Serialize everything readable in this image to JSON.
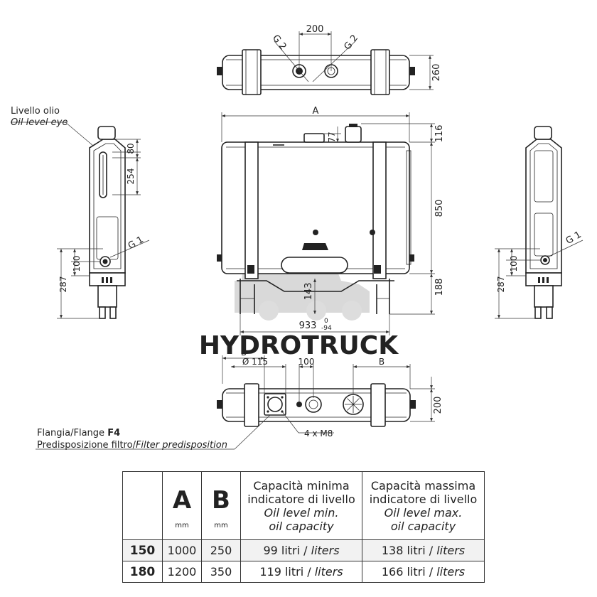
{
  "labels": {
    "oil_level_it": "Livello olio",
    "oil_level_en": "Oil level eye",
    "flange_prefix": "Flangia/Flange ",
    "flange_code": "F4",
    "filter_it": "Predisposizione filtro/",
    "filter_en": "Filter predisposition",
    "g2_left": "G 2",
    "g2_right": "G 2",
    "g1_left": "G 1",
    "g1_right": "G 1",
    "screws": "4 x M8"
  },
  "dimensions": {
    "top_200": "200",
    "top_260": "260",
    "front_A": "A",
    "front_116": "116",
    "front_77": "77",
    "front_850": "850",
    "front_188": "188",
    "front_143": "143",
    "front_933": "933",
    "front_tol_up": "0",
    "front_tol_dn": "-94",
    "side_80": "80",
    "side_254": "254",
    "side_100": "100",
    "side_287": "287",
    "rside_100": "100",
    "rside_287": "287",
    "bottom_B_left": "B",
    "bottom_B_right": "B",
    "bottom_dia": "Ø 115",
    "bottom_100": "100",
    "bottom_200": "200"
  },
  "watermark": "HYDROTRUCK",
  "table": {
    "col_a": "A",
    "col_b": "B",
    "unit_a": "mm",
    "unit_b": "mm",
    "min_it_1": "Capacità minima",
    "min_it_2": "indicatore di livello",
    "min_en_1": "Oil level min.",
    "min_en_2": "oil capacity",
    "max_it_1": "Capacità massima",
    "max_it_2": "indicatore di livello",
    "max_en_1": "Oil level max.",
    "max_en_2": "oil capacity",
    "rows": [
      {
        "model": "150",
        "a": "1000",
        "b": "250",
        "min_num": "99 litri / ",
        "min_unit": "liters",
        "max_num": "138 litri / ",
        "max_unit": "liters"
      },
      {
        "model": "180",
        "a": "1200",
        "b": "350",
        "min_num": "119 litri / ",
        "min_unit": "liters",
        "max_num": "166 litri / ",
        "max_unit": "liters"
      }
    ]
  }
}
